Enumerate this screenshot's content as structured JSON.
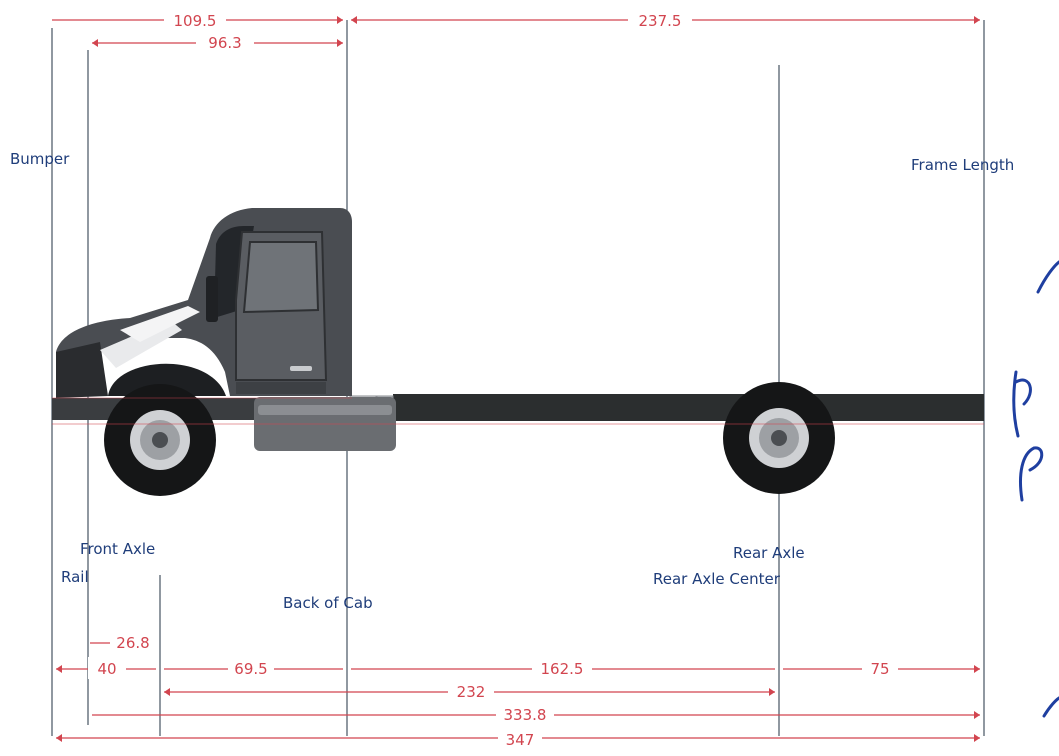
{
  "colors": {
    "dimension": "#d2454f",
    "label": "#1f3d7a",
    "reference_line": "#55606e",
    "frame": "#2b2e2f",
    "cab": "#4a4d52",
    "handwriting": "#1f3fa0"
  },
  "labels": {
    "bumper": "Bumper",
    "frame_length": "Frame Length",
    "front_axle": "Front Axle",
    "rail": "Rail",
    "back_of_cab": "Back of Cab",
    "rear_axle": "Rear Axle",
    "rear_axle_center": "Rear Axle Center"
  },
  "dimensions": {
    "bumper_to_back_of_cab": "109.5",
    "back_of_cab_to_frame_end": "237.5",
    "rail_to_back_of_cab": "96.3",
    "front_axle_offset": "26.8",
    "rail_to_front_axle": "40",
    "front_axle_to_back_of_cab": "69.5",
    "back_of_cab_to_rear_axle": "162.5",
    "rear_overhang": "75",
    "front_axle_to_rear_axle": "232",
    "rail_to_frame_end": "333.8",
    "bumper_to_frame_end": "347"
  }
}
